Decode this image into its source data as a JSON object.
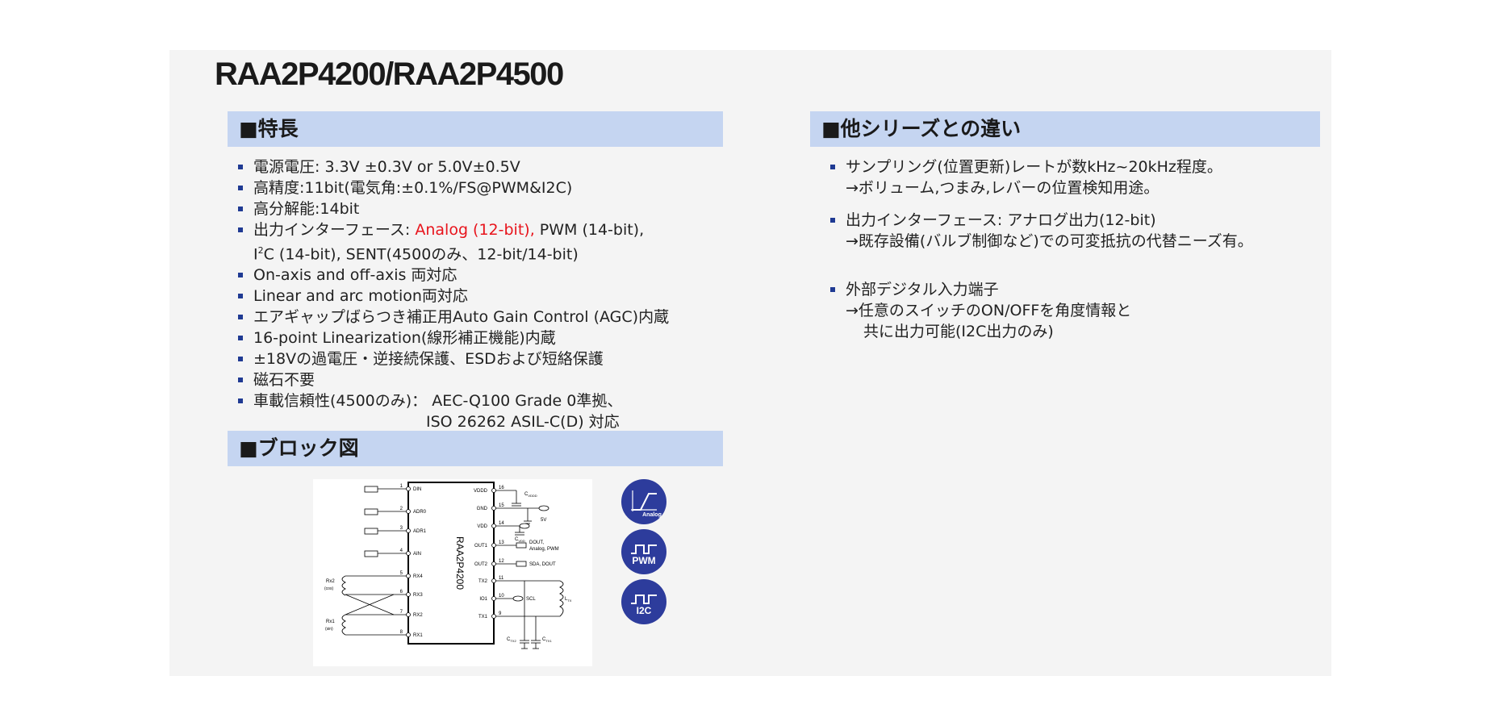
{
  "title": "RAA2P4200/RAA2P4500",
  "features": {
    "heading": "■特長",
    "items": [
      {
        "text": "電源電圧: 3.3V ±0.3V or 5.0V±0.5V"
      },
      {
        "text": "高精度:11bit(電気角:±0.1%/FS@PWM&I2C)"
      },
      {
        "text": "高分解能:14bit"
      },
      {
        "text_before": "出力インターフェース: ",
        "red": "Analog (12-bit),",
        "text_after": " PWM (14-bit),",
        "cont_main": "I",
        "cont_sup": "2",
        "cont_rest": "C (14-bit), SENT(4500のみ、12-bit/14-bit)"
      },
      {
        "text": "On-axis and off-axis 両対応"
      },
      {
        "text": "Linear and arc motion両対応"
      },
      {
        "text": "エアギャップばらつき補正用Auto Gain Control (AGC)内蔵"
      },
      {
        "text": "16-point Linearization(線形補正機能)内蔵"
      },
      {
        "text": "±18Vの過電圧・逆接続保護、ESDおよび短絡保護"
      },
      {
        "text": "磁石不要"
      },
      {
        "text": "車載信頼性(4500のみ)： AEC-Q100 Grade 0準拠、",
        "cont": "ISO 26262 ASIL-C(D) 対応"
      }
    ]
  },
  "differences": {
    "heading": "■他シリーズとの違い",
    "items": [
      {
        "line1": "サンプリング(位置更新)レートが数kHz~20kHz程度。",
        "line2": "→ボリューム,つまみ,レバーの位置検知用途。"
      },
      {
        "line1": "出力インターフェース: アナログ出力(12-bit)",
        "line2": "→既存設備(バルブ制御など)での可変抵抗の代替ニーズ有。"
      },
      {
        "line1": "外部デジタル入力端子",
        "line2": "→任意のスイッチのON/OFFを角度情報と",
        "line3": "共に出力可能(I2C出力のみ)"
      }
    ]
  },
  "block_diagram": {
    "heading": "■ブロック図",
    "chip_label": "RAA2P4200",
    "left_pins": [
      {
        "num": "1",
        "name": "DIN"
      },
      {
        "num": "2",
        "name": "ADR0"
      },
      {
        "num": "3",
        "name": "ADR1"
      },
      {
        "num": "4",
        "name": "AIN"
      },
      {
        "num": "5",
        "name": "RX4"
      },
      {
        "num": "6",
        "name": "RX3"
      },
      {
        "num": "7",
        "name": "RX2"
      },
      {
        "num": "8",
        "name": "RX1"
      }
    ],
    "right_pins": [
      {
        "num": "16",
        "name": "VDDD"
      },
      {
        "num": "15",
        "name": "GND"
      },
      {
        "num": "14",
        "name": "VDD"
      },
      {
        "num": "13",
        "name": "OUT1"
      },
      {
        "num": "12",
        "name": "OUT2"
      },
      {
        "num": "11",
        "name": "TX2"
      },
      {
        "num": "10",
        "name": "IO1"
      },
      {
        "num": "9",
        "name": "TX1"
      }
    ],
    "coil_labels": {
      "rx2": "Rx2",
      "rx2_sub": "(cos)",
      "rx1": "Rx1",
      "rx1_sub": "(sin)"
    },
    "right_labels": {
      "c_vddd": "C",
      "c_vddd_sub": "VDDD",
      "v5": "5V",
      "c_vdd": "C",
      "c_vdd_sub": "VDD",
      "out1_line1": "DOUT,",
      "out1_line2": "Analog, PWM",
      "out2": "SDA, DOUT",
      "scl": "SCL",
      "ltx": "L",
      "ltx_sub": "TX",
      "ctx2": "C",
      "ctx2_sub": "TX2",
      "ctx1": "C",
      "ctx1_sub": "TX1"
    }
  },
  "badges": [
    {
      "label": "Analog",
      "icon": "analog-ramp-icon"
    },
    {
      "label": "PWM",
      "icon": "pwm-wave-icon"
    },
    {
      "label": "I2C",
      "icon": "i2c-wave-icon"
    }
  ],
  "colors": {
    "header_band": "#c5d5f1",
    "bullet": "#1f3a93",
    "highlight": "#e8141c",
    "badge": "#2d3c9c"
  }
}
